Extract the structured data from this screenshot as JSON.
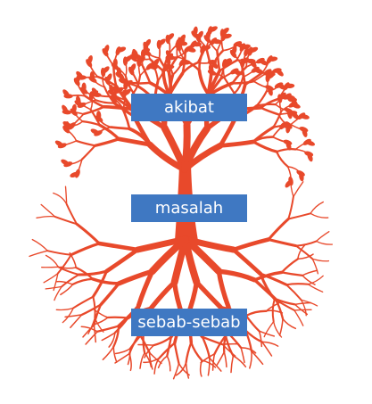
{
  "diagram": {
    "type": "problem-tree",
    "colors": {
      "tree": "#e8492b",
      "label_background": "#3f78c2",
      "label_text": "#ffffff"
    },
    "labels": {
      "effects": "akibat",
      "problem": "masalah",
      "causes": "sebab-sebab"
    }
  }
}
